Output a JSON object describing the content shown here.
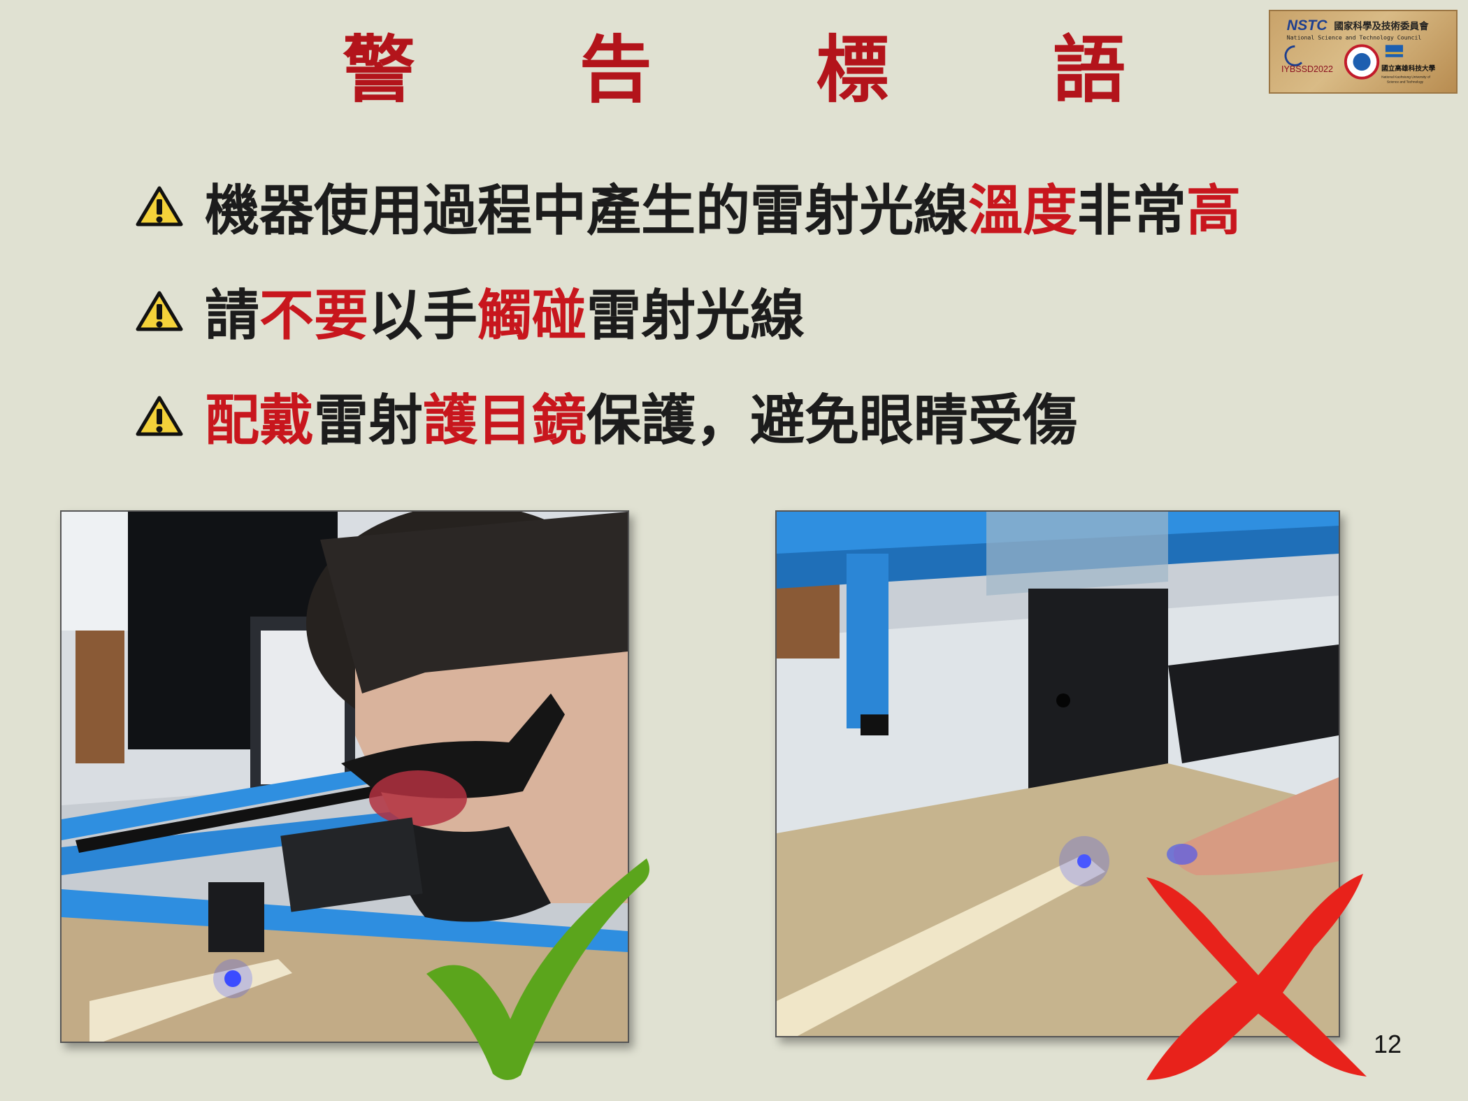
{
  "title": {
    "chars": [
      "警",
      "告",
      "標",
      "語"
    ]
  },
  "logo": {
    "org_abbr": "NSTC",
    "org_name_zh": "國家科學及技術委員會",
    "org_name_en": "National Science and Technology Council",
    "event": "IYBSSD2022",
    "university_zh": "國立高雄科技大學",
    "university_en": "National Kaohsiung University of Science and Technology"
  },
  "warnings": [
    {
      "icon": "warning-triangle-icon",
      "segments": [
        {
          "text": "機器使用過程中產生的雷射光線",
          "emphasis": false
        },
        {
          "text": "溫度",
          "emphasis": true
        },
        {
          "text": "非常",
          "emphasis": false
        },
        {
          "text": "高",
          "emphasis": true
        }
      ]
    },
    {
      "icon": "warning-triangle-icon",
      "segments": [
        {
          "text": "請",
          "emphasis": false
        },
        {
          "text": "不要",
          "emphasis": true
        },
        {
          "text": "以手",
          "emphasis": false
        },
        {
          "text": "觸碰",
          "emphasis": true
        },
        {
          "text": "雷射光線",
          "emphasis": false
        }
      ]
    },
    {
      "icon": "warning-triangle-icon",
      "segments": [
        {
          "text": "配戴",
          "emphasis": true
        },
        {
          "text": "雷射",
          "emphasis": false
        },
        {
          "text": "護目鏡",
          "emphasis": true
        },
        {
          "text": "保護，避免眼睛受傷",
          "emphasis": false
        }
      ]
    }
  ],
  "photos": {
    "left": {
      "icon": "check-mark-icon",
      "mark_color": "#5ba51c"
    },
    "right": {
      "icon": "cross-mark-icon",
      "mark_color": "#e8221b"
    }
  },
  "page_number": "12",
  "colors": {
    "emphasis": "#c8161d",
    "title": "#b3141b",
    "background": "#e0e1d2"
  }
}
